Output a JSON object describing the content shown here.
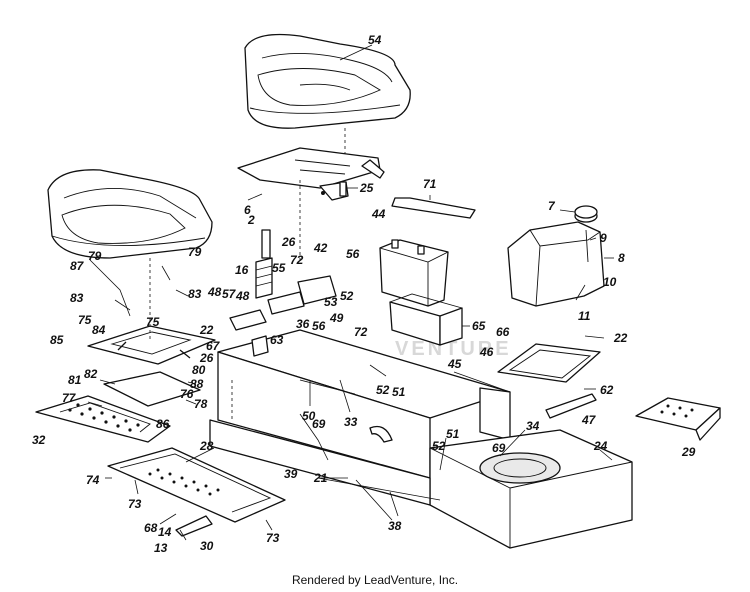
{
  "diagram": {
    "part_labels": [
      "54",
      "6",
      "25",
      "71",
      "7",
      "44",
      "9",
      "8",
      "2",
      "26",
      "42",
      "55",
      "72",
      "56",
      "10",
      "16",
      "52",
      "53",
      "11",
      "79",
      "87",
      "83",
      "75",
      "84",
      "85",
      "80",
      "48",
      "57",
      "22",
      "67",
      "63",
      "36",
      "49",
      "65",
      "66",
      "46",
      "45",
      "62",
      "47",
      "81",
      "82",
      "77",
      "88",
      "76",
      "78",
      "86",
      "50",
      "33",
      "51",
      "34",
      "24",
      "29",
      "32",
      "28",
      "69",
      "74",
      "73",
      "39",
      "21",
      "38",
      "68",
      "13",
      "14",
      "30"
    ],
    "watermark": "VENTURE"
  },
  "footer": {
    "credit": "Rendered by LeadVenture, Inc."
  }
}
